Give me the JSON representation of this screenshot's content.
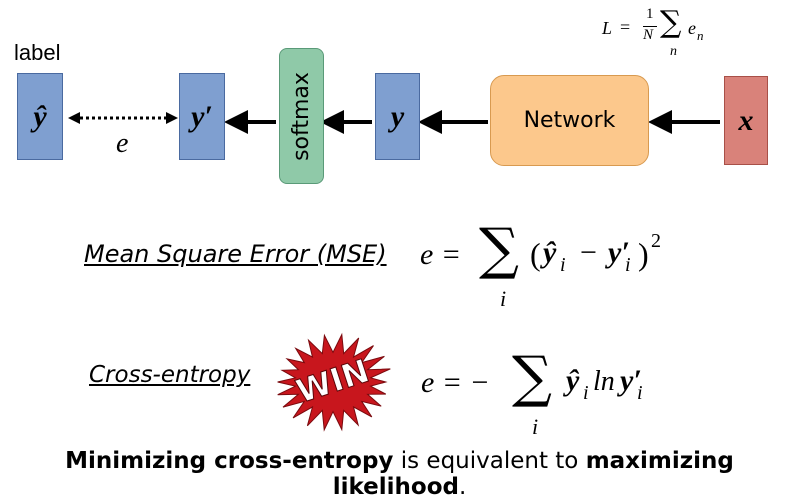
{
  "diagram": {
    "label_text": "label",
    "y_hat": "ŷ",
    "y_prime": "y′",
    "softmax": "softmax",
    "y": "y",
    "network": "Network",
    "x": "x",
    "e": "e",
    "loss_L": "L",
    "loss_eq": "=",
    "loss_frac_num": "1",
    "loss_frac_den": "N",
    "loss_sum_sub": "n",
    "loss_e": "e",
    "loss_e_sub": "n"
  },
  "mse": {
    "label": "Mean Square Error (MSE)",
    "lhs": "e =",
    "sum_sub": "i",
    "paren_open": "(",
    "yhat": "ŷ",
    "yhat_sub": "i",
    "minus": "−",
    "yprime": "y′",
    "yprime_sub": "i",
    "paren_close": ")",
    "sup": "2"
  },
  "ce": {
    "label": "Cross-entropy",
    "badge": "WIN",
    "lhs": "e = −",
    "sum_sub": "i",
    "yhat": "ŷ",
    "yhat_sub": "i",
    "ln": "ln",
    "yprime": "y′",
    "yprime_sub": "i"
  },
  "footer": {
    "part1": "Minimizing cross-entropy",
    "part2": " is equivalent to ",
    "part3": "maximizing likelihood",
    "part4": "."
  },
  "colors": {
    "blue_box": "#7f9fd0",
    "softmax_box": "#8fc9a8",
    "network_box": "#fcc88c",
    "x_box": "#d9827a",
    "badge_red": "#c8161d"
  }
}
